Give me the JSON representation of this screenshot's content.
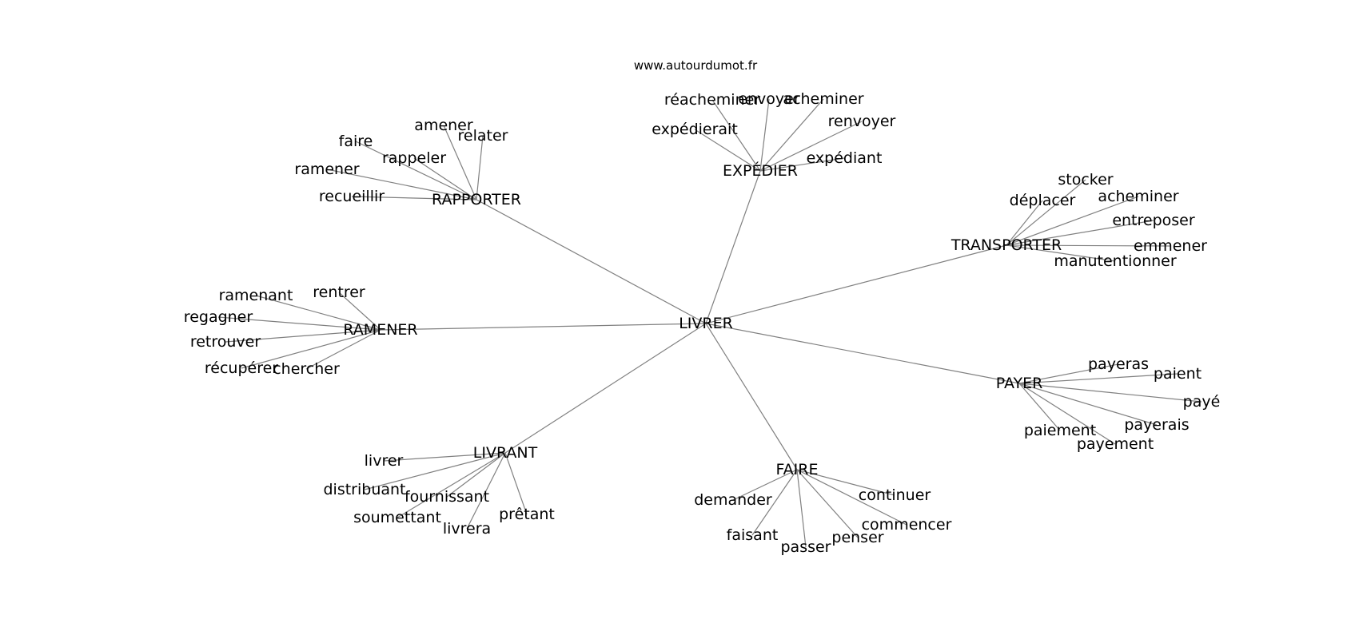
{
  "watermark": "www.autourdumot.fr",
  "colors": {
    "edge": "#808080",
    "text": "#000000",
    "background": "#ffffff"
  },
  "graph": {
    "center": "LIVRER",
    "hubs": [
      {
        "label": "RAPPORTER",
        "words": [
          "amener",
          "faire",
          "relater",
          "rappeler",
          "ramener",
          "recueillir"
        ]
      },
      {
        "label": "EXPÉDIER",
        "words": [
          "réacheminer",
          "envoyer",
          "acheminer",
          "expédierait",
          "renvoyer",
          "expédiant"
        ]
      },
      {
        "label": "TRANSPORTER",
        "words": [
          "stocker",
          "déplacer",
          "acheminer",
          "entreposer",
          "emmener",
          "manutentionner"
        ]
      },
      {
        "label": "RAMENER",
        "words": [
          "ramenant",
          "rentrer",
          "regagner",
          "retrouver",
          "récupérer",
          "chercher"
        ]
      },
      {
        "label": "PAYER",
        "words": [
          "payeras",
          "paient",
          "payé",
          "payerais",
          "paiement",
          "payement"
        ]
      },
      {
        "label": "LIVRANT",
        "words": [
          "livrer",
          "distribuant",
          "fournissant",
          "soumettant",
          "livrera",
          "prêtant"
        ]
      },
      {
        "label": "FAIRE",
        "words": [
          "demander",
          "continuer",
          "commencer",
          "faisant",
          "passer",
          "penser"
        ]
      }
    ]
  }
}
